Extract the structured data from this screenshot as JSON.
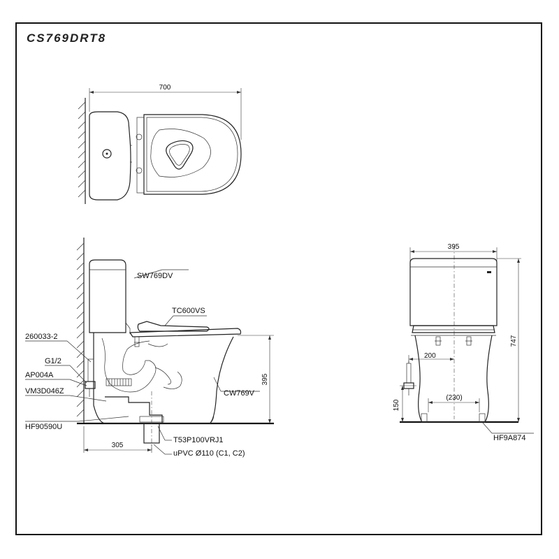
{
  "title": "CS769DRT8",
  "top_view": {
    "width_dim": "700"
  },
  "side_view": {
    "tank_label": "SW769DV",
    "seat_label": "TC600VS",
    "bowl_label": "CW769V",
    "height_dim": "395",
    "offset_dim": "305",
    "left_labels": {
      "part1": "260033-2",
      "part2": "G1/2",
      "part3": "AP004A",
      "part4": "VM3D046Z",
      "part5": "HF90590U"
    },
    "bottom_labels": {
      "flange": "T53P100VRJ1",
      "pipe": "uPVC Ø110 (C1, C2)"
    }
  },
  "front_view": {
    "width_dim": "395",
    "height_dim": "747",
    "inlet_dim": "200",
    "inlet_height_dim": "150",
    "foot_dim": "(230)",
    "bolt_label": "HF9A874"
  }
}
